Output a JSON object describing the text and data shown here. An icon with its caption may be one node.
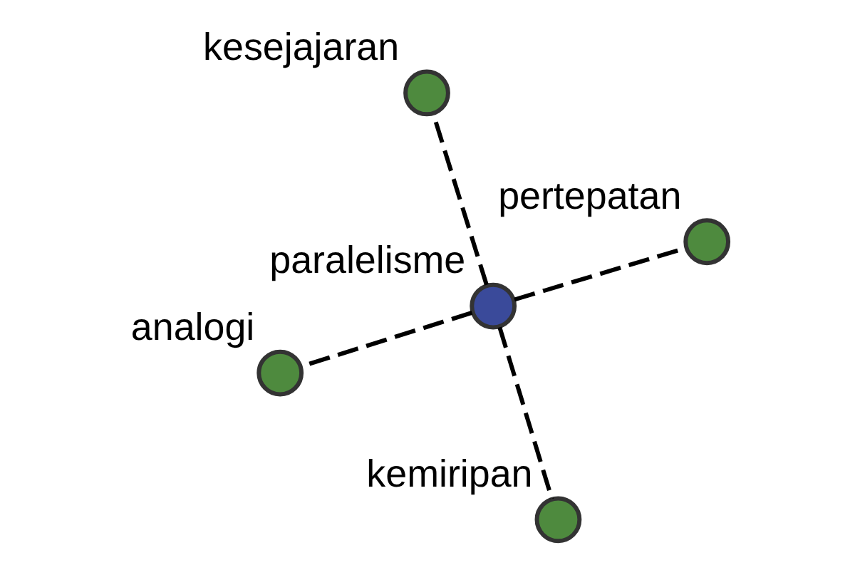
{
  "diagram": {
    "nodes": [
      {
        "text": [
          "paralelisme"
        ]
      },
      {
        "text": [
          "kemiripan"
        ]
      },
      {
        "text": [
          "pertepatan"
        ]
      },
      {
        "text": [
          "kesejajaran"
        ]
      },
      {
        "text": [
          "analogi"
        ]
      }
    ],
    "edges": [
      {
        "from": 0,
        "to": 1,
        "arrow": "none",
        "style": "dashed"
      },
      {
        "from": 0,
        "to": 2,
        "arrow": "none",
        "style": "dashed"
      },
      {
        "from": 0,
        "to": 3,
        "arrow": "none",
        "style": "dashed"
      },
      {
        "from": 0,
        "to": 4,
        "arrow": "none",
        "style": "dashed"
      }
    ]
  }
}
